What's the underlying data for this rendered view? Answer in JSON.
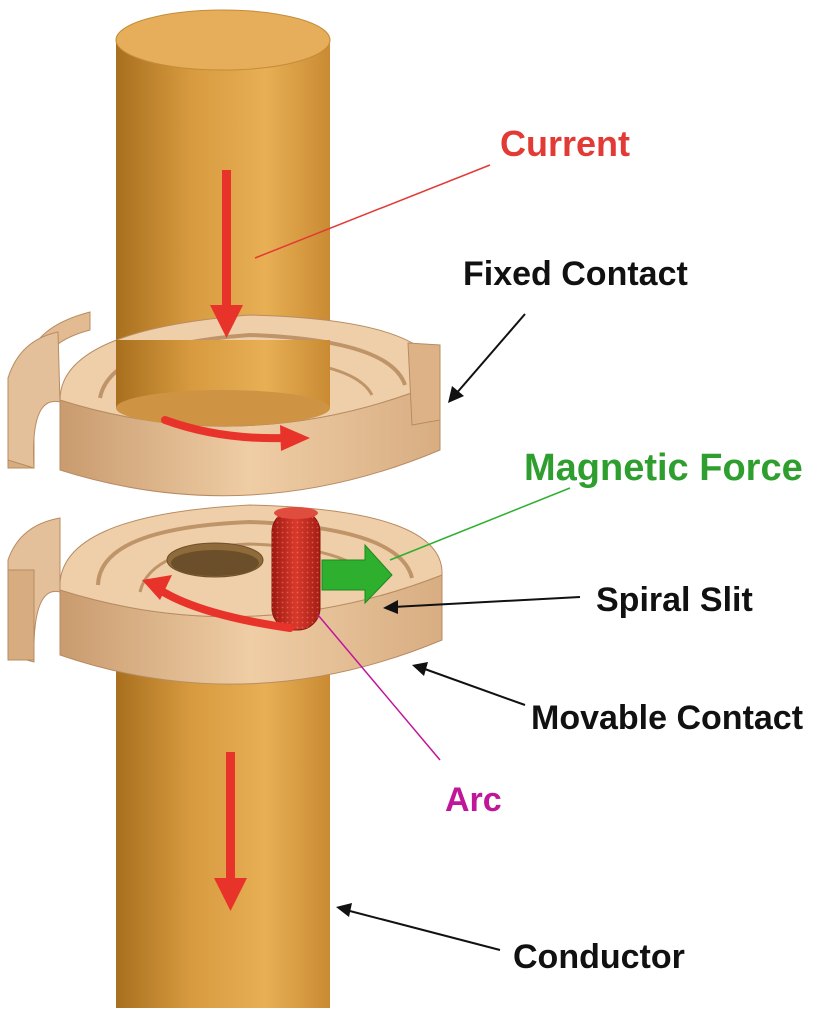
{
  "labels": {
    "current": "Current",
    "fixed_contact": "Fixed Contact",
    "magnetic_force": "Magnetic Force",
    "spiral_slit": "Spiral Slit",
    "movable_contact": "Movable Contact",
    "arc": "Arc",
    "conductor": "Conductor"
  },
  "colors": {
    "conductor": "#E0A24A",
    "contact": "#EBC49A",
    "current_arrow": "#E8332A",
    "magnetic_force": "#2EAF2E",
    "arc": "#CC2A1E",
    "label_current": "#E23A35",
    "label_magnetic": "#2E9F2E",
    "label_arc": "#C0169A",
    "leader_black": "#111111"
  }
}
